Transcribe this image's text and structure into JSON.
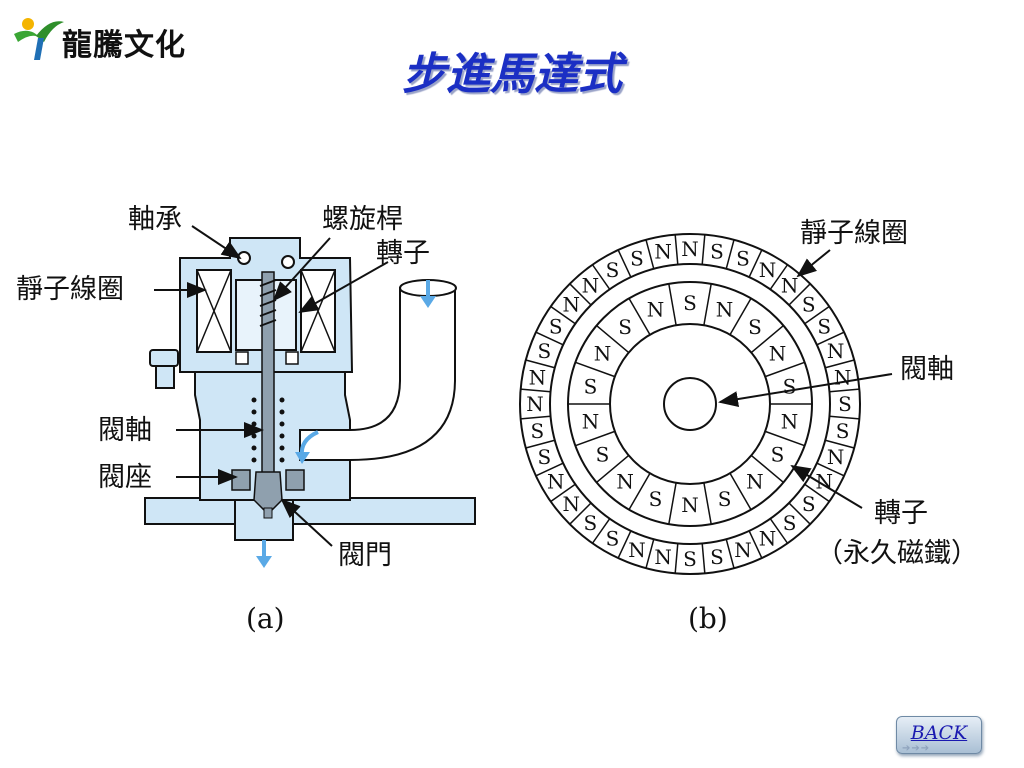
{
  "brand": {
    "name": "龍騰文化",
    "logo_icon": "leaf-person-logo",
    "accent": "#1b2fc4"
  },
  "title": "步進馬達式",
  "diagram_a": {
    "caption": "(a)",
    "labels": {
      "bearing": "軸承",
      "screw_rod": "螺旋桿",
      "rotor": "轉子",
      "stator_coil": "靜子線圈",
      "valve_shaft": "閥軸",
      "valve_seat": "閥座",
      "valve_door": "閥門"
    }
  },
  "diagram_b": {
    "caption": "(b)",
    "labels": {
      "stator_coil": "靜子線圈",
      "valve_shaft": "閥軸",
      "rotor": "轉子",
      "rotor_note": "（永久磁鐵）"
    },
    "outer_ring_poles": [
      "N",
      "S",
      "S",
      "N",
      "N",
      "S",
      "S",
      "N",
      "N",
      "S",
      "S",
      "N",
      "N",
      "S",
      "S",
      "N",
      "N",
      "S",
      "S",
      "N",
      "N",
      "S",
      "S",
      "N",
      "N",
      "S",
      "S",
      "N",
      "N",
      "S",
      "S",
      "N",
      "N",
      "S",
      "S",
      "N"
    ],
    "inner_ring_poles": [
      "S",
      "N",
      "S",
      "N",
      "S",
      "N",
      "S",
      "N",
      "S",
      "N",
      "S",
      "N",
      "S",
      "N",
      "S",
      "N",
      "S",
      "N"
    ]
  },
  "nav": {
    "back_label": "BACK"
  }
}
